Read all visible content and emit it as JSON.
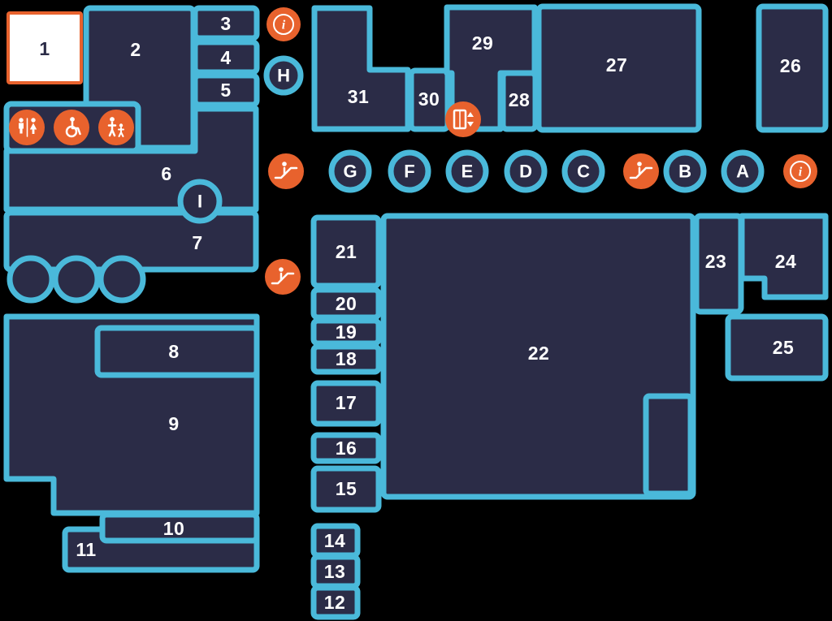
{
  "colors": {
    "background": "#000000",
    "unit_fill": "#2b2c47",
    "outline": "#4ab9da",
    "accent": "#e8622d",
    "highlight_fill": "#ffffff",
    "label": "#ffffff",
    "highlight_label": "#2b2c47"
  },
  "units": {
    "u1": "1",
    "u2": "2",
    "u3": "3",
    "u4": "4",
    "u5": "5",
    "u6": "6",
    "u7": "7",
    "u8": "8",
    "u9": "9",
    "u10": "10",
    "u11": "11",
    "u12": "12",
    "u13": "13",
    "u14": "14",
    "u15": "15",
    "u16": "16",
    "u17": "17",
    "u18": "18",
    "u19": "19",
    "u20": "20",
    "u21": "21",
    "u22": "22",
    "u23": "23",
    "u24": "24",
    "u25": "25",
    "u26": "26",
    "u27": "27",
    "u28": "28",
    "u29": "29",
    "u30": "30",
    "u31": "31"
  },
  "entrances": {
    "a": "A",
    "b": "B",
    "c": "C",
    "d": "D",
    "e": "E",
    "f": "F",
    "g": "G",
    "h": "H",
    "i": "I"
  },
  "icons": {
    "info_glyph": "i",
    "info": "info-circle",
    "escalator": "escalator",
    "elevator": "elevator",
    "restroom": "restroom",
    "accessible": "wheelchair-accessible",
    "family": "family-restroom"
  }
}
